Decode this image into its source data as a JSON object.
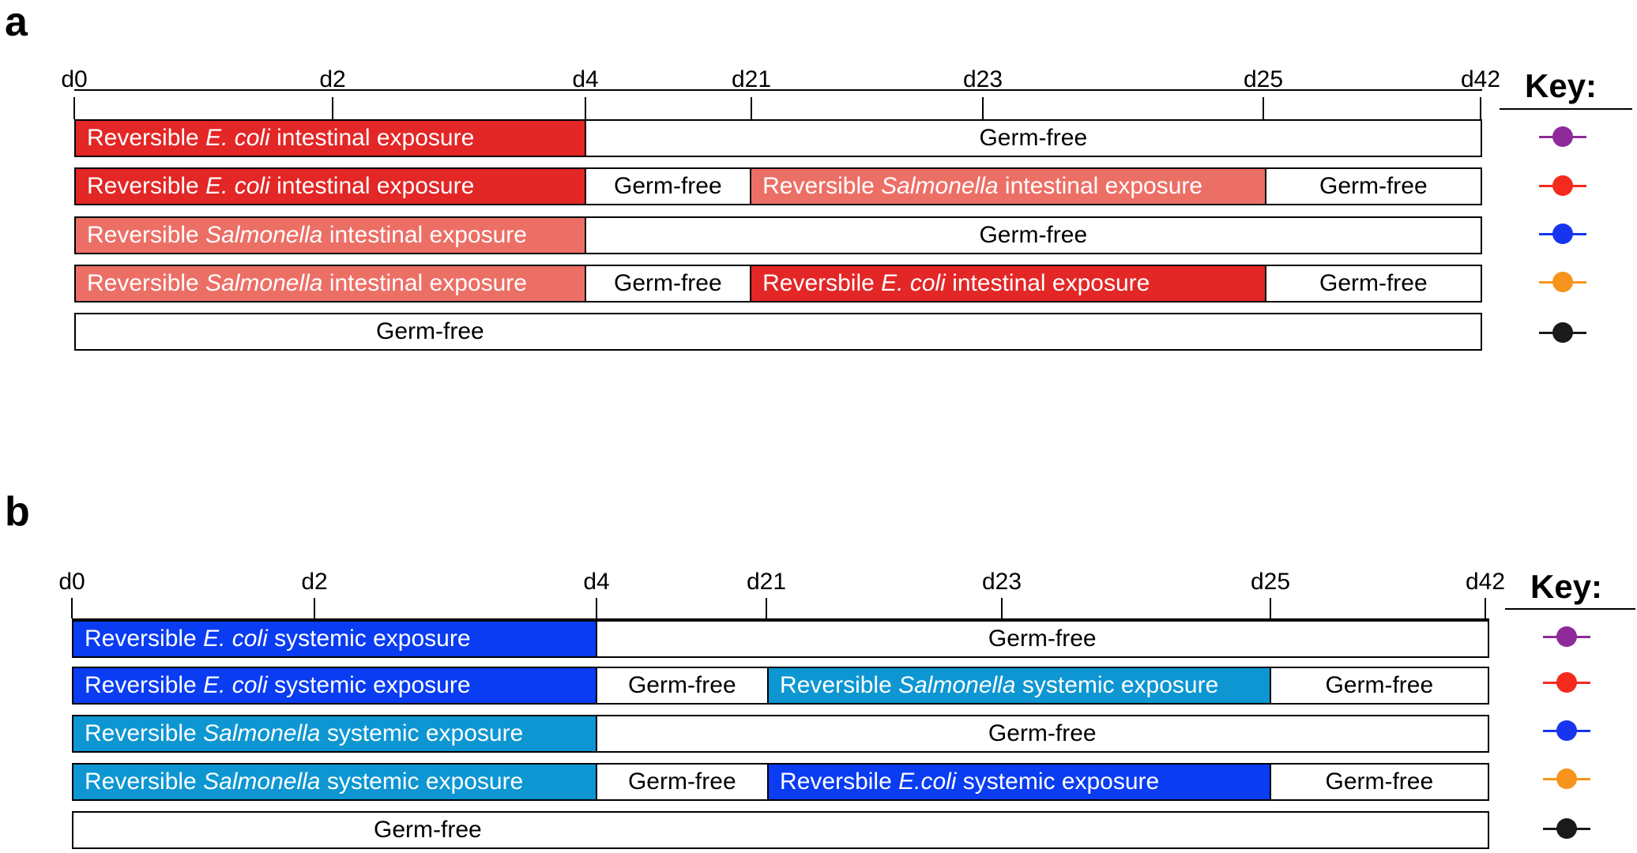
{
  "panels": [
    {
      "letter": "a",
      "ticks": [
        "d0",
        "d2",
        "d4",
        "d21",
        "d23",
        "d25",
        "d42"
      ],
      "rows": [
        {
          "segments": [
            {
              "pre": "Reversible ",
              "ital": "E. coli",
              "post": " intestinal exposure",
              "color": "red"
            },
            {
              "pre": "Germ-free",
              "ital": "",
              "post": "",
              "color": "white"
            }
          ]
        },
        {
          "segments": [
            {
              "pre": "Reversible ",
              "ital": "E. coli",
              "post": " intestinal exposure",
              "color": "red"
            },
            {
              "pre": "Germ-free",
              "ital": "",
              "post": "",
              "color": "white"
            },
            {
              "pre": "Reversible ",
              "ital": "Salmonella",
              "post": " intestinal exposure",
              "color": "salmon"
            },
            {
              "pre": "Germ-free",
              "ital": "",
              "post": "",
              "color": "white"
            }
          ]
        },
        {
          "segments": [
            {
              "pre": "Reversible ",
              "ital": "Salmonella",
              "post": " intestinal exposure",
              "color": "salmon"
            },
            {
              "pre": "Germ-free",
              "ital": "",
              "post": "",
              "color": "white"
            }
          ]
        },
        {
          "segments": [
            {
              "pre": "Reversible ",
              "ital": "Salmonella",
              "post": " intestinal exposure",
              "color": "salmon"
            },
            {
              "pre": "Germ-free",
              "ital": "",
              "post": "",
              "color": "white"
            },
            {
              "pre": "Reversbile ",
              "ital": "E. coli",
              "post": " intestinal exposure",
              "color": "red"
            },
            {
              "pre": "Germ-free",
              "ital": "",
              "post": "",
              "color": "white"
            }
          ]
        },
        {
          "segments": [
            {
              "pre": "Germ-free",
              "ital": "",
              "post": "",
              "color": "white"
            }
          ]
        }
      ],
      "key_title": "Key:",
      "key_markers": [
        {
          "color": "#8e2a9a",
          "icon": "purple-marker-icon"
        },
        {
          "color": "#f52a1e",
          "icon": "red-marker-icon"
        },
        {
          "color": "#1734f0",
          "icon": "blue-marker-icon"
        },
        {
          "color": "#f7941d",
          "icon": "orange-marker-icon"
        },
        {
          "color": "#1a1a1a",
          "icon": "black-marker-icon"
        }
      ]
    },
    {
      "letter": "b",
      "ticks": [
        "d0",
        "d2",
        "d4",
        "d21",
        "d23",
        "d25",
        "d42"
      ],
      "rows": [
        {
          "segments": [
            {
              "pre": "Reversible ",
              "ital": "E. coli",
              "post": " systemic exposure",
              "color": "blue"
            },
            {
              "pre": "Germ-free",
              "ital": "",
              "post": "",
              "color": "white"
            }
          ]
        },
        {
          "segments": [
            {
              "pre": "Reversible ",
              "ital": "E. coli",
              "post": " systemic exposure",
              "color": "blue"
            },
            {
              "pre": "Germ-free",
              "ital": "",
              "post": "",
              "color": "white"
            },
            {
              "pre": "Reversible ",
              "ital": "Salmonella",
              "post": " systemic exposure",
              "color": "cyan"
            },
            {
              "pre": "Germ-free",
              "ital": "",
              "post": "",
              "color": "white"
            }
          ]
        },
        {
          "segments": [
            {
              "pre": "Reversible ",
              "ital": "Salmonella",
              "post": " systemic exposure",
              "color": "cyan"
            },
            {
              "pre": "Germ-free",
              "ital": "",
              "post": "",
              "color": "white"
            }
          ]
        },
        {
          "segments": [
            {
              "pre": "Reversible ",
              "ital": "Salmonella",
              "post": " systemic exposure",
              "color": "cyan"
            },
            {
              "pre": "Germ-free",
              "ital": "",
              "post": "",
              "color": "white"
            },
            {
              "pre": "Reversbile ",
              "ital": "E.coli",
              "post": " systemic exposure",
              "color": "blue"
            },
            {
              "pre": "Germ-free",
              "ital": "",
              "post": "",
              "color": "white"
            }
          ]
        },
        {
          "segments": [
            {
              "pre": "Germ-free",
              "ital": "",
              "post": "",
              "color": "white"
            }
          ]
        }
      ],
      "key_title": "Key:",
      "key_markers": [
        {
          "color": "#8e2a9a",
          "icon": "purple-marker-icon"
        },
        {
          "color": "#f52a1e",
          "icon": "red-marker-icon"
        },
        {
          "color": "#1734f0",
          "icon": "blue-marker-icon"
        },
        {
          "color": "#f7941d",
          "icon": "orange-marker-icon"
        },
        {
          "color": "#1a1a1a",
          "icon": "black-marker-icon"
        }
      ]
    }
  ]
}
